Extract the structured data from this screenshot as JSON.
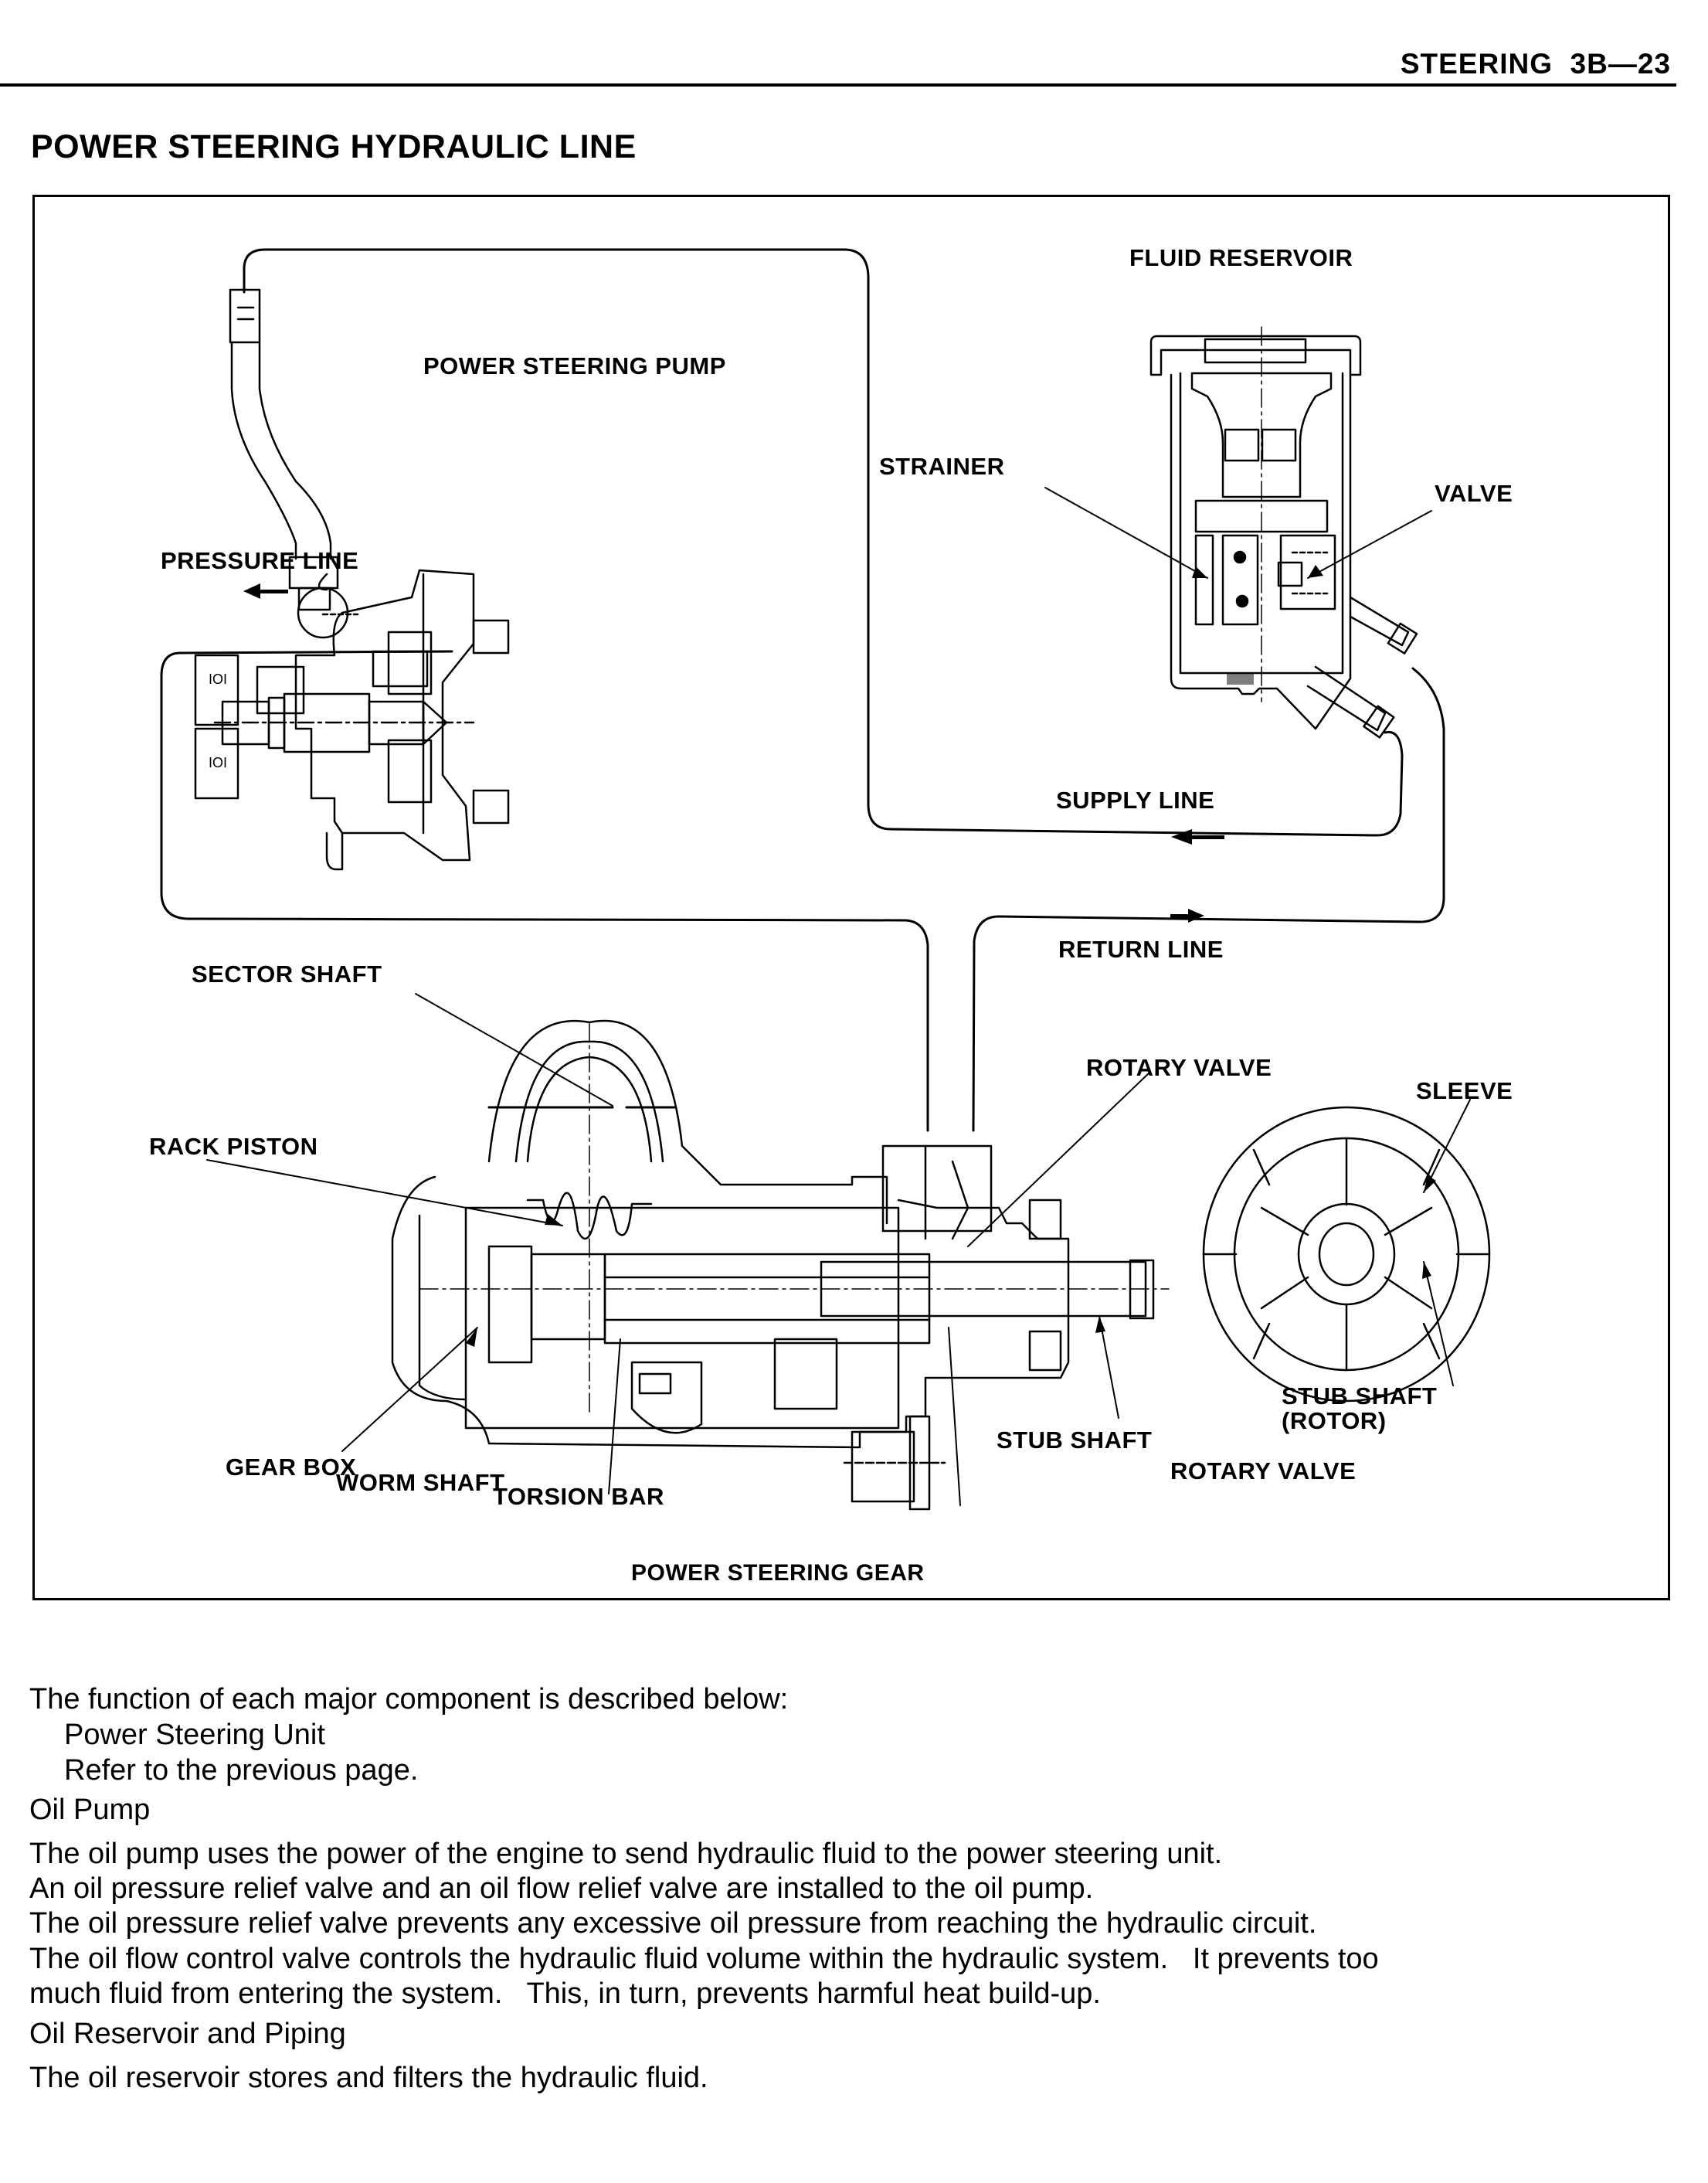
{
  "page_header": {
    "section": "STEERING",
    "page_number": "3B—23"
  },
  "section_title": "POWER STEERING HYDRAULIC LINE",
  "figure": {
    "caption": "POWER STEERING GEAR",
    "labels": {
      "power_steering_pump": "POWER STEERING PUMP",
      "pressure_line": "PRESSURE LINE",
      "fluid_reservoir": "FLUID RESERVOIR",
      "strainer": "STRAINER",
      "valve": "VALVE",
      "supply_line": "SUPPLY LINE",
      "return_line": "RETURN LINE",
      "sector_shaft": "SECTOR SHAFT",
      "rack_piston": "RACK PISTON",
      "rotary_valve": "ROTARY VALVE",
      "sleeve": "SLEEVE",
      "gear_box": "GEAR BOX",
      "worm_shaft": "WORM SHAFT",
      "torsion_bar": "TORSION BAR",
      "stub_shaft": "STUB SHAFT",
      "stub_shaft_rotor_line1": "STUB SHAFT",
      "stub_shaft_rotor_line2": "(ROTOR)",
      "rotary_valve_section": "ROTARY VALVE"
    },
    "flow_arrows": {
      "pressure_line": "left",
      "supply_line": "left",
      "return_line": "right"
    }
  },
  "body": {
    "intro": "The function of each major component is described below:",
    "power_steering_unit": {
      "heading": "Power Steering Unit",
      "text": "Refer to the previous page."
    },
    "oil_pump": {
      "heading": "Oil Pump",
      "lines": [
        "The oil pump uses the power of the engine to send hydraulic fluid to the power steering unit.",
        "An oil pressure relief valve and an oil flow relief valve are installed to the oil pump.",
        "The oil pressure relief valve prevents any excessive oil pressure from reaching the hydraulic circuit.",
        "The oil flow control valve controls the hydraulic fluid volume within the hydraulic system.   It prevents too",
        "much fluid from entering the system.   This, in turn, prevents harmful heat build-up."
      ]
    },
    "oil_reservoir": {
      "heading": "Oil Reservoir and Piping",
      "text": "The oil reservoir stores and filters the hydraulic fluid."
    }
  }
}
